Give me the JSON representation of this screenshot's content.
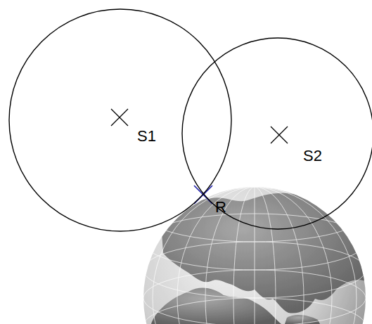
{
  "diagram": {
    "nodes": [
      {
        "text": [
          "S1"
        ]
      },
      {
        "text": [
          "S2"
        ]
      }
    ],
    "labels": [
      "R"
    ]
  }
}
